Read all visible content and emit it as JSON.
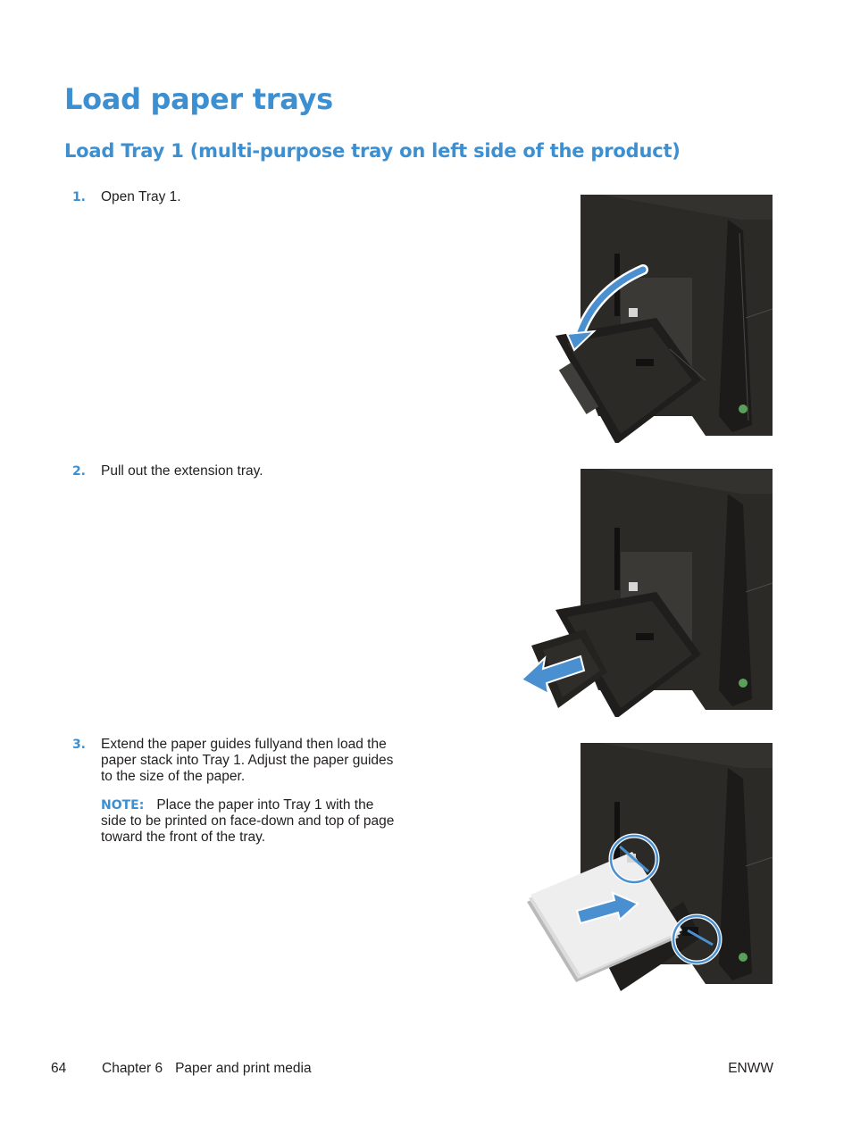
{
  "page": {
    "title": "Load paper trays",
    "section_title": "Load Tray 1 (multi-purpose tray on left side of the product)"
  },
  "steps": [
    {
      "number": "1.",
      "text": "Open Tray 1."
    },
    {
      "number": "2.",
      "text": "Pull out the extension tray."
    },
    {
      "number": "3.",
      "text": "Extend the paper guides fullyand then load the paper stack into Tray 1. Adjust the paper guides to the size of the paper.",
      "note_label": "NOTE:",
      "note_text": "Place the paper into Tray 1 with the side to be printed on face-down and top of page toward the front of the tray."
    }
  ],
  "footer": {
    "page_number": "64",
    "chapter": "Chapter 6",
    "chapter_title": "Paper and print media",
    "doc_code": "ENWW"
  },
  "colors": {
    "accent": "#3c8fd1",
    "arrow": "#4a90d0",
    "printer_body": "#2b2a27",
    "printer_dark": "#1c1b19"
  },
  "icons": [
    "curved-arrow-icon",
    "left-arrow-icon",
    "right-arrow-icon",
    "double-arrow-icon"
  ]
}
